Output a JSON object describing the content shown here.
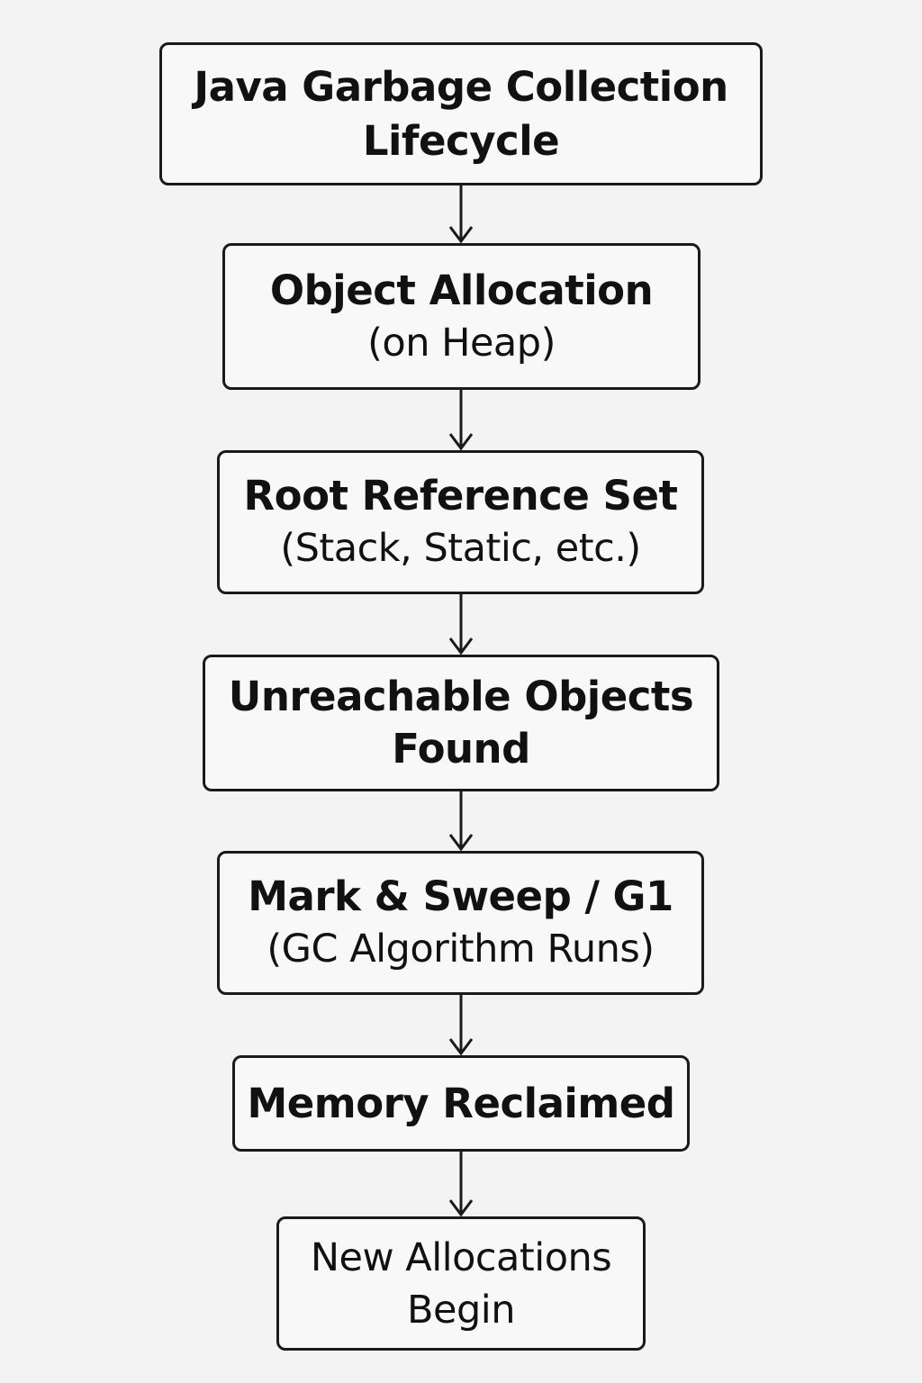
{
  "diagram": {
    "title": {
      "line1": "Java Garbage Collection",
      "line2": "Lifecycle"
    },
    "steps": [
      {
        "line1": "Object Allocation",
        "line2": "(on Heap)"
      },
      {
        "line1": "Root Reference Set",
        "line2": "(Stack, Static, etc.)"
      },
      {
        "line1": "Unreachable Objects",
        "line2": "Found"
      },
      {
        "line1": "Mark & Sweep / G1",
        "line2": "(GC Algorithm Runs)"
      },
      {
        "line1": "Memory Reclaimed"
      },
      {
        "line1": "New Allocations",
        "line2": "Begin"
      }
    ],
    "colors": {
      "background": "#f3f3f3",
      "box_border": "#1a1a1a",
      "arrow": "#1a1a1a",
      "text": "#111111"
    }
  }
}
